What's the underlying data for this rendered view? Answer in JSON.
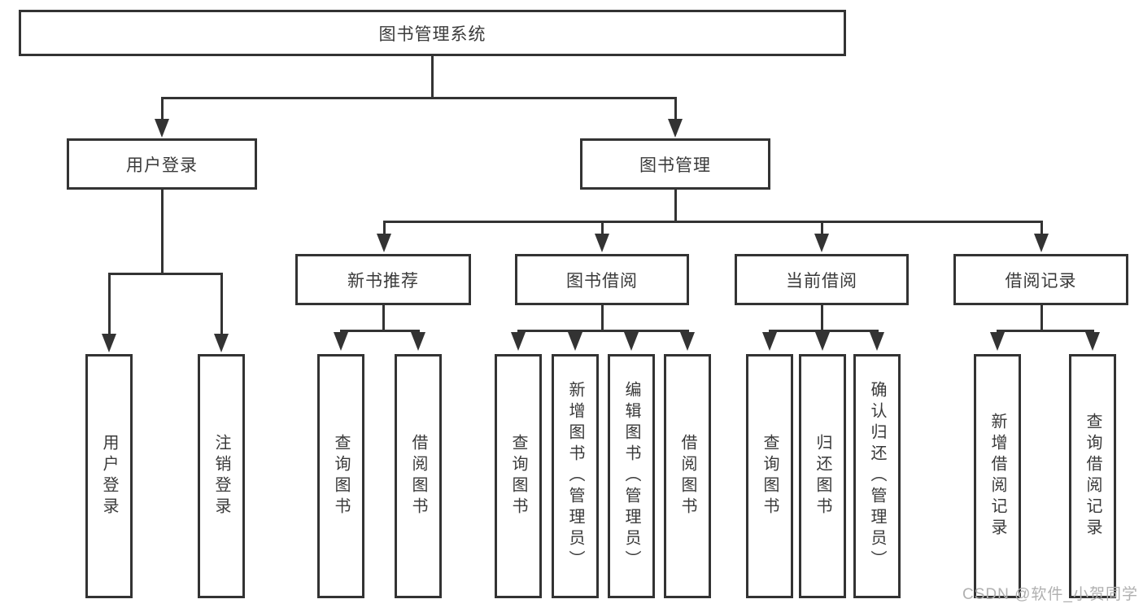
{
  "diagram": {
    "root": {
      "label": "图书管理系统"
    },
    "level2": {
      "user_login": {
        "label": "用户登录"
      },
      "book_management": {
        "label": "图书管理"
      }
    },
    "level3": {
      "new_book_recommend": {
        "label": "新书推荐"
      },
      "book_borrow": {
        "label": "图书借阅"
      },
      "current_borrow": {
        "label": "当前借阅"
      },
      "borrow_record": {
        "label": "借阅记录"
      }
    },
    "leaves": {
      "user_login_children": [
        "用户登录",
        "注销登录"
      ],
      "new_book_children": [
        "查询图书",
        "借阅图书"
      ],
      "book_borrow_children": [
        "查询图书",
        "新增图书（管理员）",
        "编辑图书（管理员）",
        "借阅图书"
      ],
      "current_borrow_children": [
        "查询图书",
        "归还图书",
        "确认归还（管理员）"
      ],
      "borrow_record_children": [
        "新增借阅记录",
        "查询借阅记录"
      ]
    }
  },
  "watermark": {
    "text": "CSDN @软件_小贺同学",
    "color": "#b0b0b0"
  },
  "style": {
    "line_color": "#333333",
    "text_color": "#3a3a3a",
    "background": "#ffffff"
  }
}
